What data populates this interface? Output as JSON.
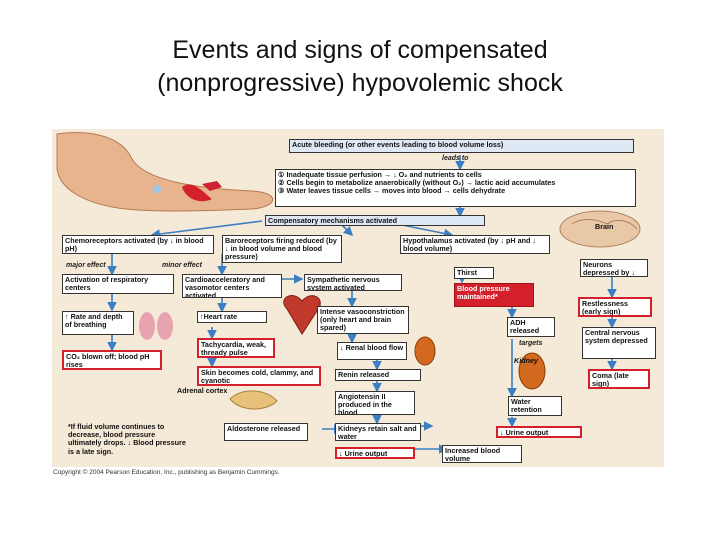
{
  "title": {
    "line1": "Events and signs of compensated",
    "line2": "(nonprogressive) hypovolemic shock"
  },
  "diagram": {
    "acute_bleeding": "Acute bleeding (or other events leading to blood volume loss)",
    "leads_to": "leads to",
    "event1": "① Inadequate tissue perfusion → ↓ O₂ and nutrients to cells",
    "event2": "② Cells begin to metabolize anaerobically (without O₂) → lactic acid accumulates",
    "event3": "③ Water leaves tissue cells → moves into blood → cells dehydrate",
    "compensatory": "Compensatory mechanisms activated",
    "brain": "Brain",
    "chemoreceptors": "Chemoreceptors activated (by ↓ in blood pH)",
    "baroreceptors": "Baroreceptors firing reduced (by ↓ in blood volume and blood pressure)",
    "hypothalamus": "Hypothalamus activated (by ↓ pH and ↓ blood volume)",
    "major_effect": "major effect",
    "minor_effect": "minor effect",
    "activation_respiratory": "Activation of respiratory centers",
    "cardioacceleratory": "Cardioacceleratory and vasomotor centers activated",
    "sympathetic": "Sympathetic nervous system activated",
    "thirst": "Thirst",
    "bp_maintained": "Blood pressure maintained*",
    "neurons": "Neurons depressed by ↓ pH",
    "restlessness": "Restlessness (early sign)",
    "rate_depth": "↑ Rate and depth of breathing",
    "heart_rate": "↑Heart rate",
    "vasoconstriction": "Intense vasoconstriction (only heart and brain spared)",
    "adh": "ADH released",
    "targets": "targets",
    "cns_depressed": "Central nervous system depressed",
    "tachycardia": "Tachycardia, weak, thready pulse",
    "renal_flow": "↓ Renal blood flow",
    "kidney": "Kidney",
    "coma": "Coma (late sign)",
    "co2": "CO₂ blown off; blood pH rises",
    "skin": "Skin becomes cold, clammy, and cyanotic",
    "renin": "Renin released",
    "adrenal": "Adrenal cortex",
    "angiotensin": "Angiotensin II produced in the blood",
    "water_retention": "Water retention",
    "footnote": "*If fluid volume continues to decrease, blood pressure ultimately drops. ↓ Blood pressure is a late sign.",
    "aldosterone": "Aldosterone released",
    "kidneys_retain": "Kidneys retain salt and water",
    "urine1": "↓ Urine output",
    "urine2": "↓ Urine output",
    "increased_volume": "Increased blood volume"
  },
  "copyright": "Copyright © 2004 Pearson Education, Inc., publishing as Benjamin Cummings.",
  "colors": {
    "red": "#d4202a",
    "panel": "#f5ead7",
    "arrow": "#3a7fc4"
  }
}
